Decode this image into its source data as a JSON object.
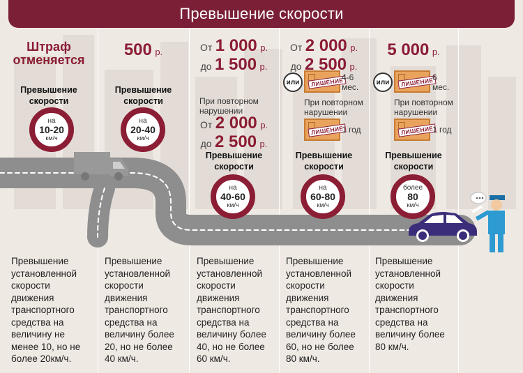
{
  "title": "Превышение скорости",
  "colors": {
    "accent": "#8b1d35",
    "header": "#7a1f36",
    "background": "#efe9e4",
    "road": "#9a9a9a",
    "licence": "#e9a35c",
    "car": "#3b2d7a"
  },
  "columns": [
    {
      "fine": {
        "line1": "Штраф",
        "line2": "отменяется"
      },
      "label": {
        "line1": "Превышение",
        "line2": "скорости"
      },
      "sign": {
        "top": "на",
        "value": "10-20",
        "unit": "км/ч"
      },
      "description": [
        "Превышение",
        "установленной",
        "скорости",
        "движения",
        "транспортного",
        "средства на",
        "величину не",
        "менее 10, но не",
        "более 20км/ч."
      ]
    },
    {
      "fine": {
        "amount": "500",
        "currency": "р."
      },
      "label": {
        "line1": "Превышение",
        "line2": "скорости"
      },
      "sign": {
        "top": "на",
        "value": "20-40",
        "unit": "км/ч"
      },
      "description": [
        "Превышение",
        "установленной",
        "скорости",
        "движения",
        "транспортного",
        "средства на",
        "величину более",
        "20, но не более",
        "40 км/ч."
      ]
    },
    {
      "fine": {
        "from": "От",
        "from_amount": "1 000",
        "to": "до",
        "to_amount": "1 500",
        "currency": "р."
      },
      "repeat": {
        "line1": "При повторном",
        "line2": "нарушении",
        "from": "От",
        "from_amount": "2 000",
        "to": "до",
        "to_amount": "2 500",
        "currency": "р."
      },
      "label": {
        "line1": "Превышение",
        "line2": "скорости"
      },
      "sign": {
        "top": "на",
        "value": "40-60",
        "unit": "км/ч"
      },
      "description": [
        "Превышение",
        "установленной",
        "скорости",
        "движения",
        "транспортного",
        "средства на",
        "величину более",
        "40, но не более",
        "60 км/ч."
      ]
    },
    {
      "fine": {
        "from": "От",
        "from_amount": "2 000",
        "to": "до",
        "to_amount": "2 500",
        "currency": "р."
      },
      "or": "или",
      "stamp": "ЛИШЕНИЕ",
      "period1": {
        "line1": "4-6",
        "line2": "мес."
      },
      "repeat": {
        "line1": "При повторном",
        "line2": "нарушении",
        "period": "1 год"
      },
      "label": {
        "line1": "Превышение",
        "line2": "скорости"
      },
      "sign": {
        "top": "на",
        "value": "60-80",
        "unit": "км/ч"
      },
      "description": [
        "Превышение",
        "установленной",
        "скорости",
        "движения",
        "транспортного",
        "средства на",
        "величину более",
        "60, но не более",
        "80 км/ч."
      ]
    },
    {
      "fine": {
        "amount": "5 000",
        "currency": "р."
      },
      "or": "или",
      "stamp": "ЛИШЕНИЕ",
      "period1": {
        "line1": "6",
        "line2": "мес."
      },
      "repeat": {
        "line1": "При повторном",
        "line2": "нарушении",
        "period": "1 год"
      },
      "label": {
        "line1": "Превышение",
        "line2": "скорости"
      },
      "sign": {
        "top": "более",
        "value": "80",
        "unit": "км/ч"
      },
      "description": [
        "Превышение",
        "установленной",
        "скорости",
        "движения",
        "транспортного",
        "средства на",
        "величину более",
        "80 км/ч."
      ]
    }
  ]
}
